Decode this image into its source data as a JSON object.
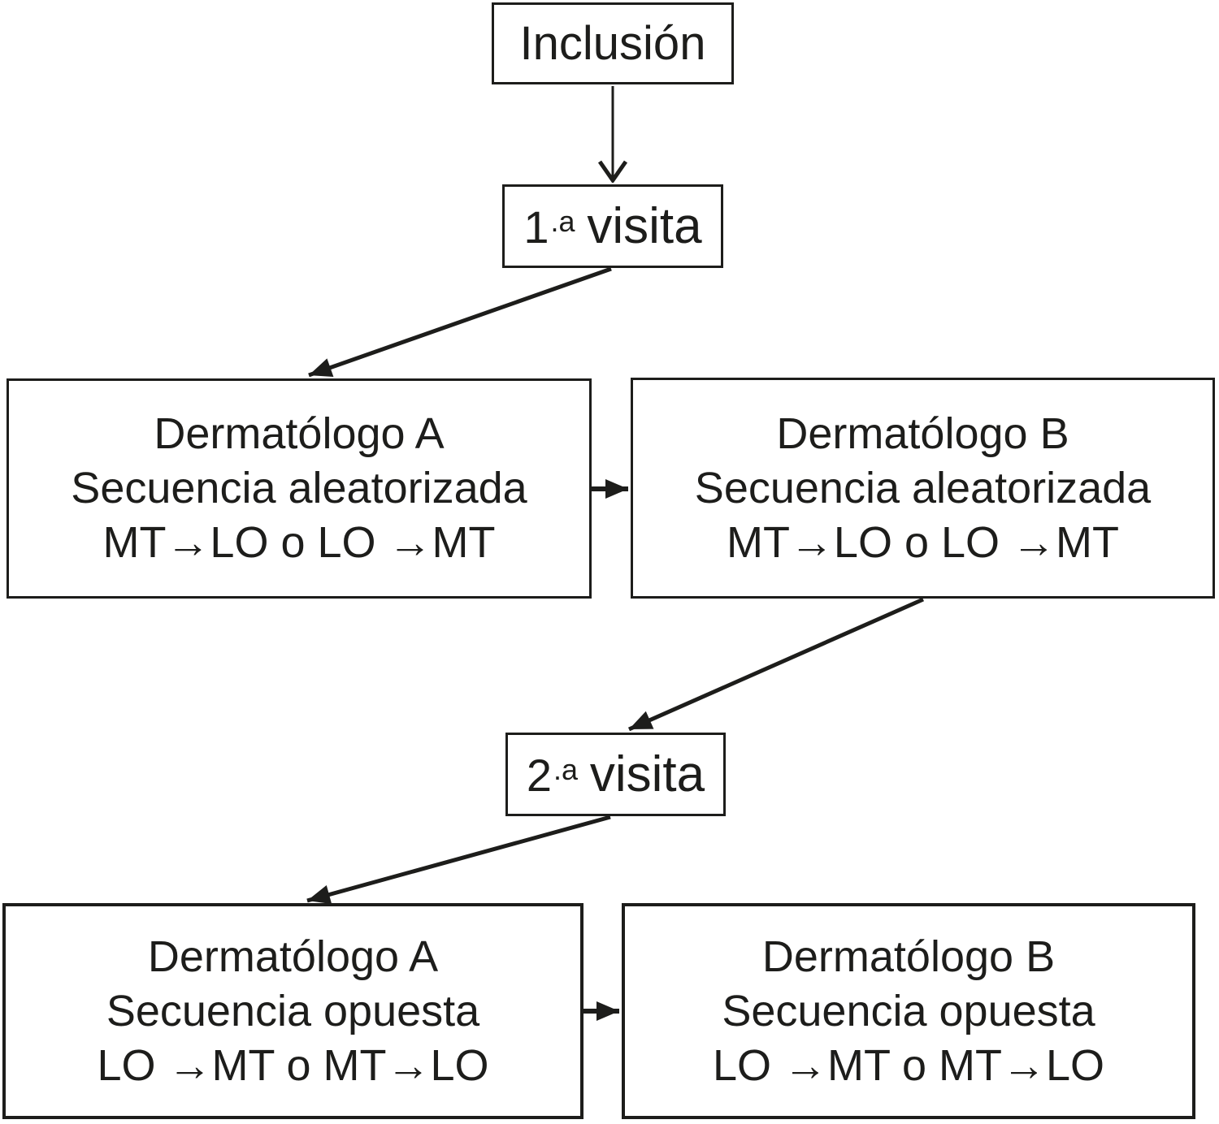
{
  "diagram": {
    "colors": {
      "background": "#ffffff",
      "line": "#1d1d1b",
      "box_fill": "#ffffff"
    },
    "nodes": {
      "inclusion": {
        "label": "Inclusión"
      },
      "visit1": {
        "ordinal": "1",
        "suffix": ".a",
        "word": "visita"
      },
      "derm_a_random": {
        "lines": [
          "Dermatólogo A",
          "Secuencia aleatorizada",
          "MT→LO o LO →MT"
        ]
      },
      "derm_b_random": {
        "lines": [
          "Dermatólogo B",
          "Secuencia aleatorizada",
          "MT→LO o LO →MT"
        ]
      },
      "visit2": {
        "ordinal": "2",
        "suffix": ".a",
        "word": "visita"
      },
      "derm_a_opposite": {
        "lines": [
          "Dermatólogo A",
          "Secuencia opuesta",
          "LO →MT o MT→LO"
        ]
      },
      "derm_b_opposite": {
        "lines": [
          "Dermatólogo B",
          "Secuencia opuesta",
          "LO →MT o MT→LO"
        ]
      }
    },
    "connections": [
      {
        "from": "inclusion",
        "to": "visit1"
      },
      {
        "from": "visit1",
        "to": "derm_a_random"
      },
      {
        "from": "derm_a_random",
        "to": "derm_b_random"
      },
      {
        "from": "derm_b_random",
        "to": "visit2"
      },
      {
        "from": "visit2",
        "to": "derm_a_opposite"
      },
      {
        "from": "derm_a_opposite",
        "to": "derm_b_opposite"
      }
    ]
  }
}
